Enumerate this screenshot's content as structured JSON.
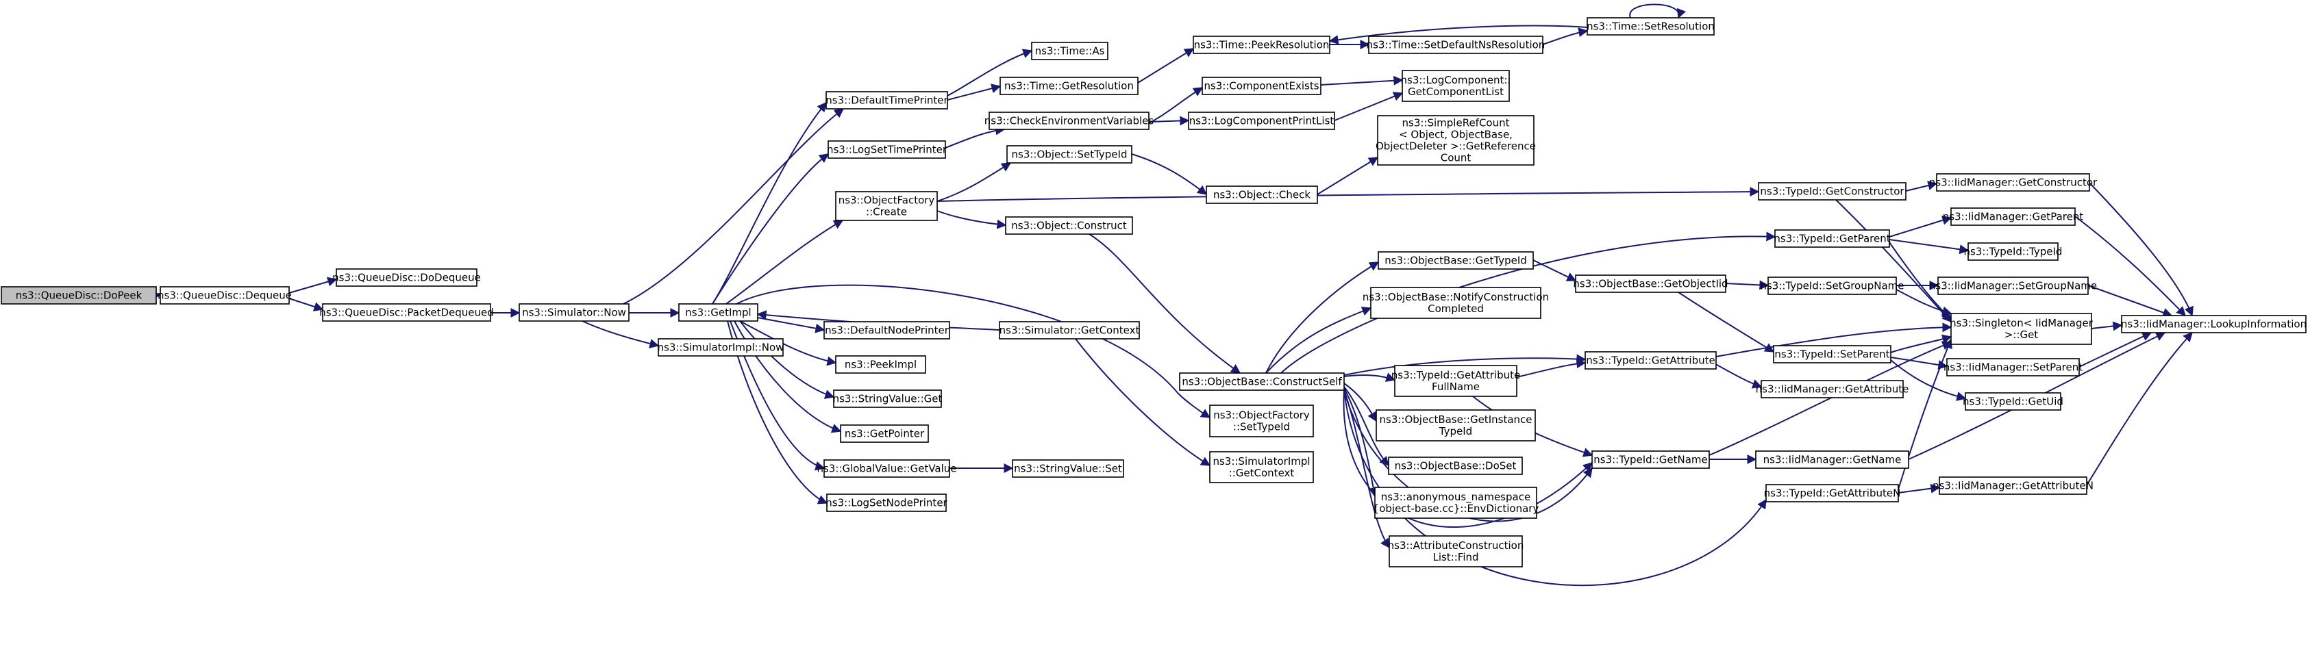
{
  "colors": {
    "edge": "#191970",
    "node_fill": "#ffffff",
    "root_fill": "#bfbfbf",
    "node_border": "#000000"
  },
  "nodes": {
    "dopeek": {
      "lines": [
        "ns3::QueueDisc::DoPeek"
      ],
      "root": true
    },
    "dequeue": {
      "lines": [
        "ns3::QueueDisc::Dequeue"
      ]
    },
    "dodequeue": {
      "lines": [
        "ns3::QueueDisc::DoDequeue"
      ]
    },
    "packetdequeued": {
      "lines": [
        "ns3::QueueDisc::PacketDequeued"
      ]
    },
    "simnow": {
      "lines": [
        "ns3::Simulator::Now"
      ]
    },
    "simimplnow": {
      "lines": [
        "ns3::SimulatorImpl::Now"
      ]
    },
    "getimpl": {
      "lines": [
        "ns3::GetImpl"
      ]
    },
    "defaulttimeprinter": {
      "lines": [
        "ns3::DefaultTimePrinter"
      ]
    },
    "logsettimeprinter": {
      "lines": [
        "ns3::LogSetTimePrinter"
      ]
    },
    "ofcreate": {
      "lines": [
        "ns3::ObjectFactory",
        "::Create"
      ]
    },
    "defaultnodeprinter": {
      "lines": [
        "ns3::DefaultNodePrinter"
      ]
    },
    "peekimpl": {
      "lines": [
        "ns3::PeekImpl"
      ]
    },
    "stringvalueget": {
      "lines": [
        "ns3::StringValue::Get"
      ]
    },
    "getpointer": {
      "lines": [
        "ns3::GetPointer"
      ]
    },
    "globalvalueget": {
      "lines": [
        "ns3::GlobalValue::GetValue"
      ]
    },
    "logsetnodeprinter": {
      "lines": [
        "ns3::LogSetNodePrinter"
      ]
    },
    "timeas": {
      "lines": [
        "ns3::Time::As"
      ]
    },
    "timegetres": {
      "lines": [
        "ns3::Time::GetResolution"
      ]
    },
    "checkenv": {
      "lines": [
        "ns3::CheckEnvironmentVariables"
      ]
    },
    "objsettypeid": {
      "lines": [
        "ns3::Object::SetTypeId"
      ]
    },
    "objconstruct": {
      "lines": [
        "ns3::Object::Construct"
      ]
    },
    "simgetcontext": {
      "lines": [
        "ns3::Simulator::GetContext"
      ]
    },
    "stringvalueset": {
      "lines": [
        "ns3::StringValue::Set"
      ]
    },
    "timepeekres": {
      "lines": [
        "ns3::Time::PeekResolution"
      ]
    },
    "compexists": {
      "lines": [
        "ns3::ComponentExists"
      ]
    },
    "logcompprintlist": {
      "lines": [
        "ns3::LogComponentPrintList"
      ]
    },
    "objcheck": {
      "lines": [
        "ns3::Object::Check"
      ]
    },
    "obcs": {
      "lines": [
        "ns3::ObjectBase::ConstructSelf"
      ]
    },
    "ofsettypeid": {
      "lines": [
        "ns3::ObjectFactory",
        "::SetTypeId"
      ]
    },
    "simimplgetctx": {
      "lines": [
        "ns3::SimulatorImpl",
        "::GetContext"
      ]
    },
    "setdefaultns": {
      "lines": [
        "ns3::Time::SetDefaultNsResolution"
      ]
    },
    "logcompgetlist": {
      "lines": [
        "ns3::LogComponent::",
        "GetComponentList"
      ]
    },
    "simplerefcount": {
      "lines": [
        "ns3::SimpleRefCount",
        "< Object, ObjectBase,",
        "ObjectDeleter >::GetReference",
        "Count"
      ]
    },
    "obgettypeid": {
      "lines": [
        "ns3::ObjectBase::GetTypeId"
      ]
    },
    "obnotify": {
      "lines": [
        "ns3::ObjectBase::NotifyConstruction",
        "Completed"
      ]
    },
    "tidgetattrfull": {
      "lines": [
        "ns3::TypeId::GetAttribute",
        "FullName"
      ]
    },
    "obgetinst": {
      "lines": [
        "ns3::ObjectBase::GetInstance",
        "TypeId"
      ]
    },
    "obdoset": {
      "lines": [
        "ns3::ObjectBase::DoSet"
      ]
    },
    "anonenv": {
      "lines": [
        "ns3::anonymous_namespace",
        "{object-base.cc}::EnvDictionary"
      ]
    },
    "attrfind": {
      "lines": [
        "ns3::AttributeConstruction",
        "List::Find"
      ]
    },
    "timesetres": {
      "lines": [
        "ns3::Time::SetResolution"
      ]
    },
    "obgetobjtid": {
      "lines": [
        "ns3::ObjectBase::GetObjectIid"
      ]
    },
    "tidgetattr": {
      "lines": [
        "ns3::TypeId::GetAttribute"
      ]
    },
    "tidgetname": {
      "lines": [
        "ns3::TypeId::GetName"
      ]
    },
    "tidgetattrn": {
      "lines": [
        "ns3::TypeId::GetAttributeN"
      ]
    },
    "tidgetctor": {
      "lines": [
        "ns3::TypeId::GetConstructor"
      ]
    },
    "tidgetparent": {
      "lines": [
        "ns3::TypeId::GetParent"
      ]
    },
    "tidsetgroup": {
      "lines": [
        "ns3::TypeId::SetGroupName"
      ]
    },
    "tidsetparent": {
      "lines": [
        "ns3::TypeId::SetParent"
      ]
    },
    "iidgetattr": {
      "lines": [
        "ns3::IidManager::GetAttribute"
      ]
    },
    "iidgetname": {
      "lines": [
        "ns3::IidManager::GetName"
      ]
    },
    "iidgetctor": {
      "lines": [
        "ns3::IidManager::GetConstructor"
      ]
    },
    "iidgetparent": {
      "lines": [
        "ns3::IidManager::GetParent"
      ]
    },
    "tidtypeid": {
      "lines": [
        "ns3::TypeId::TypeId"
      ]
    },
    "iidsetgroup": {
      "lines": [
        "ns3::IidManager::SetGroupName"
      ]
    },
    "singleton": {
      "lines": [
        "ns3::Singleton< IidManager",
        ">::Get"
      ]
    },
    "iidsetparent": {
      "lines": [
        "ns3::IidManager::SetParent"
      ]
    },
    "tidgetuid": {
      "lines": [
        "ns3::TypeId::GetUid"
      ]
    },
    "iidgetattrn": {
      "lines": [
        "ns3::IidManager::GetAttributeN"
      ]
    },
    "lookup": {
      "lines": [
        "ns3::IidManager::LookupInformation"
      ]
    }
  }
}
